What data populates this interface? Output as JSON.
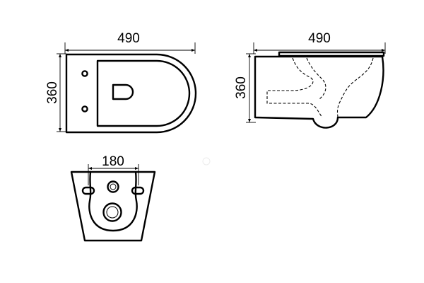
{
  "views": {
    "top": {
      "width_label": "490",
      "depth_label": "360"
    },
    "side": {
      "length_label": "490",
      "height_label": "360"
    },
    "rear": {
      "fixing_label": "180"
    }
  }
}
